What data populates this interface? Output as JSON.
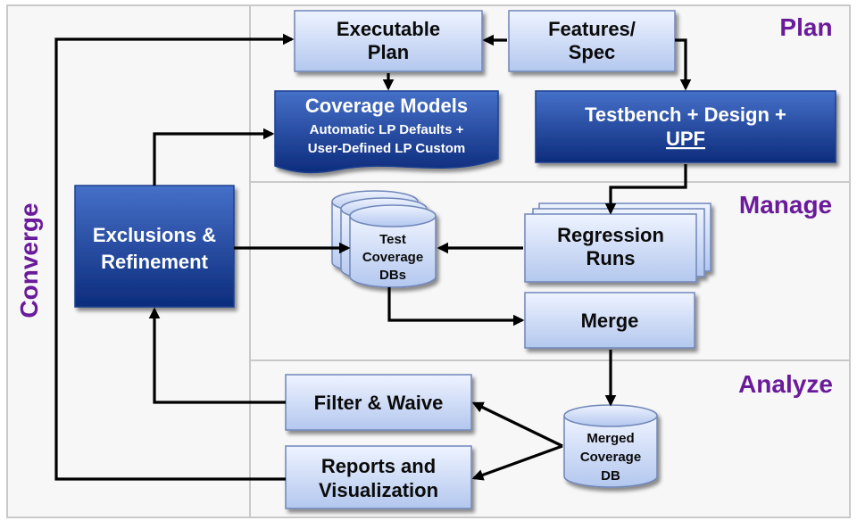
{
  "sections": {
    "plan": "Plan",
    "manage": "Manage",
    "analyze": "Analyze",
    "converge": "Converge"
  },
  "nodes": {
    "executable_plan": [
      "Executable",
      "Plan"
    ],
    "features_spec": [
      "Features/",
      "Spec"
    ],
    "coverage_models": {
      "title": "Coverage Models",
      "line1": "Automatic LP Defaults +",
      "line2": "User-Defined LP Custom"
    },
    "testbench": {
      "line1": "Testbench + Design +",
      "line2": "UPF"
    },
    "exclusions": [
      "Exclusions &",
      "Refinement"
    ],
    "test_coverage_dbs": [
      "Test",
      "Coverage",
      "DBs"
    ],
    "regression_runs": [
      "Regression",
      "Runs"
    ],
    "merge": "Merge",
    "filter_waive": "Filter & Waive",
    "reports": [
      "Reports and",
      "Visualization"
    ],
    "merged_db": [
      "Merged",
      "Coverage",
      "DB"
    ]
  },
  "colors": {
    "section_label": "#6a1b9a",
    "light_box_top": "#e9f0ff",
    "light_box_bottom": "#b6c9ef",
    "dark_box_top": "#3f69c4",
    "dark_box_bottom": "#0f2f82"
  }
}
